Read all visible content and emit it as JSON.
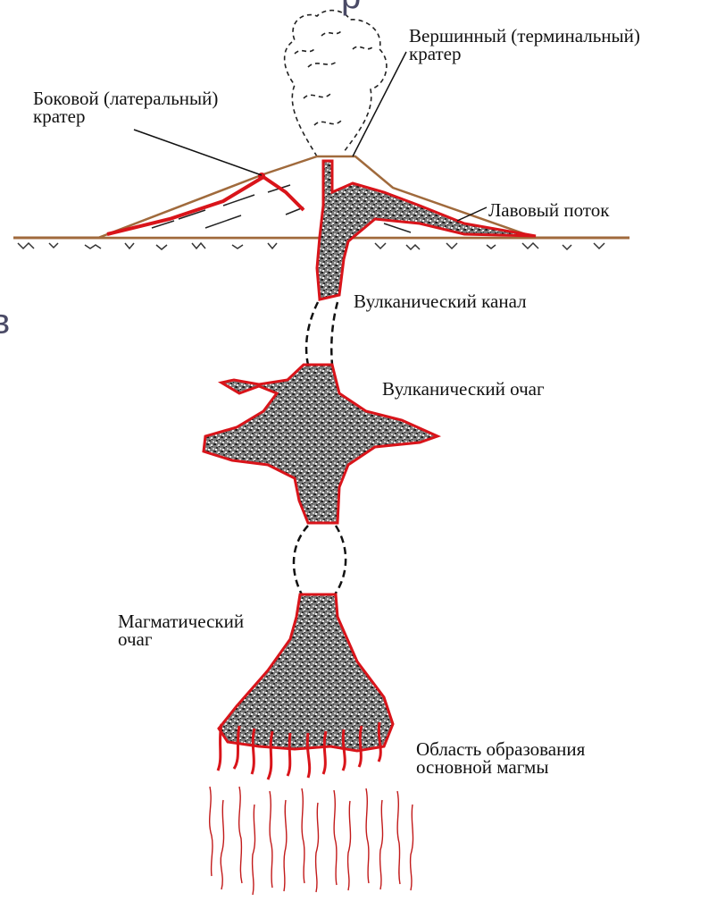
{
  "edge_glyphs": {
    "top": "р",
    "left": "в"
  },
  "labels": {
    "summit_crater": {
      "line1": "Вершинный (терминальный)",
      "line2": "кратер"
    },
    "side_crater": {
      "line1": "Боковой (латеральный)",
      "line2": "кратер"
    },
    "lava_flow": "Лавовый поток",
    "volcanic_channel": "Вулканический канал",
    "volcanic_chamber": "Вулканический очаг",
    "magma_chamber": {
      "line1": "Магматический",
      "line2": "очаг"
    },
    "primary_magma_zone": {
      "line1": "Область образования",
      "line2": "основной магмы"
    }
  },
  "colors": {
    "lava": "#d9141a",
    "ground": "#a06a3c",
    "rock_dark": "#2b2b2b",
    "rock_light": "#d8d8d8",
    "ink": "#111111"
  }
}
